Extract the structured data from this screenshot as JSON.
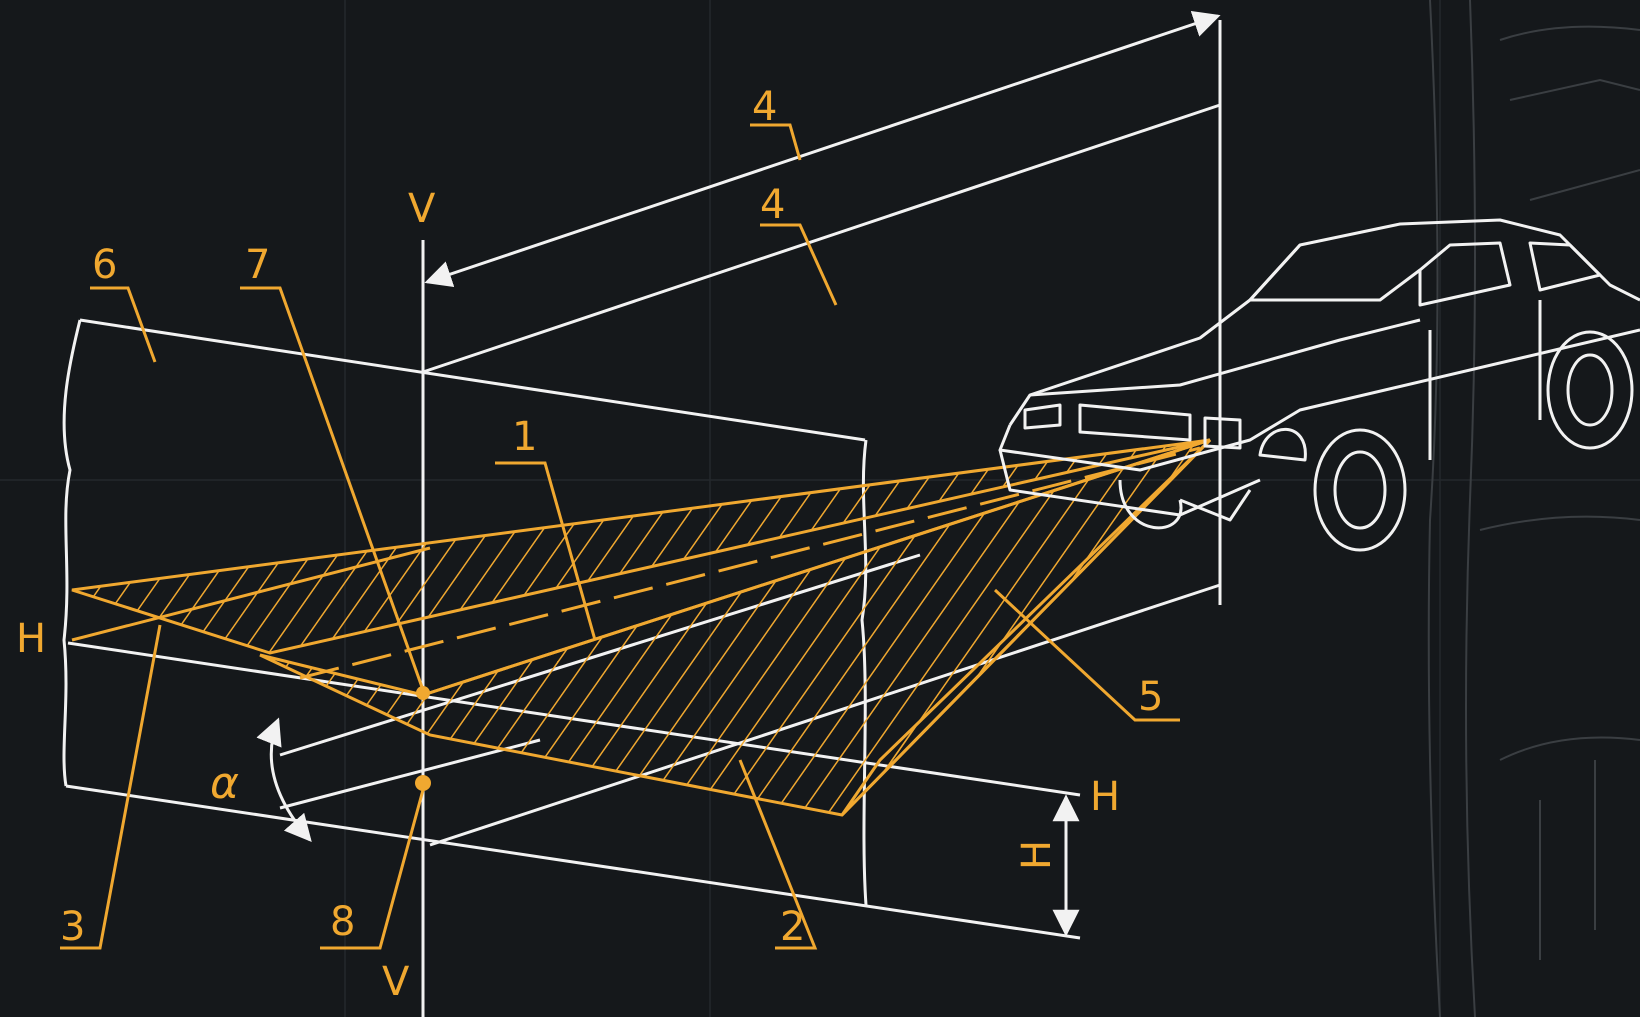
{
  "colors": {
    "background": "#15181b",
    "line": "#f2f2f2",
    "accent": "#f0a830",
    "faint": "#3a3e42"
  },
  "labels": {
    "n1": "1",
    "n2": "2",
    "n3": "3",
    "n4a": "4",
    "n4b": "4",
    "n5": "5",
    "n6": "6",
    "n7": "7",
    "n8": "8",
    "v_top": "V",
    "v_bottom": "V",
    "h_left": "H",
    "h_right": "H",
    "h_dim": "H",
    "alpha": "α"
  }
}
